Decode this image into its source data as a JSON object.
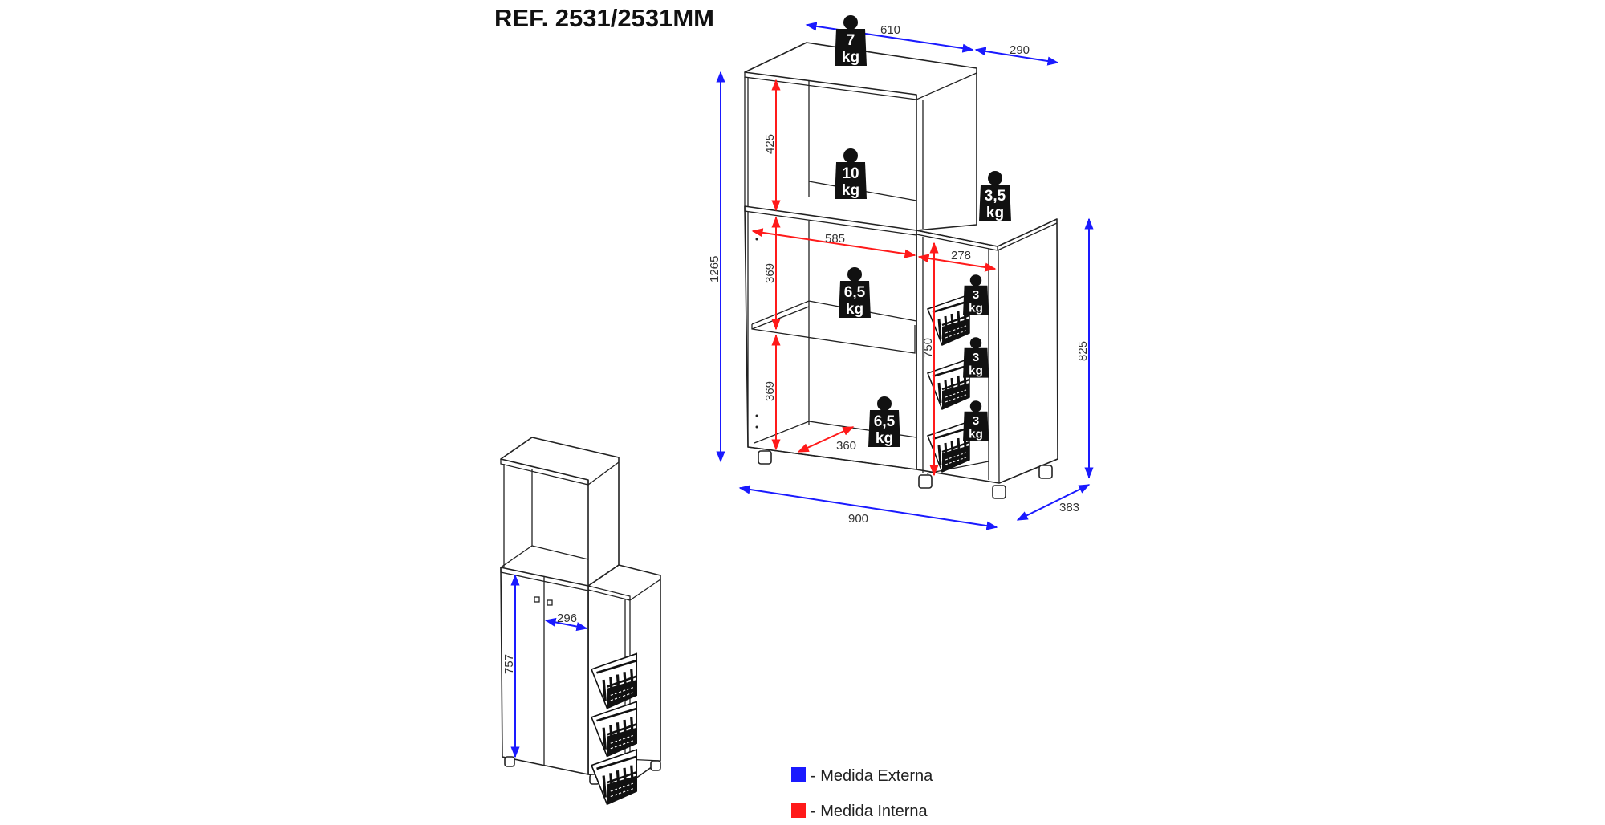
{
  "title": "REF. 2531/2531MM",
  "colors": {
    "external": "#1a1aff",
    "internal": "#ff1a1a"
  },
  "external_dimensions": {
    "top_width": "610",
    "side_width": "290",
    "total_height": "1265",
    "base_height": "825",
    "total_width": "900",
    "depth": "383",
    "door_height": "757",
    "door_width": "296"
  },
  "internal_dimensions": {
    "upper_niche_height": "425",
    "middle_niche_height": "369",
    "lower_niche_height": "369",
    "niche_width": "585",
    "basket_column_width": "278",
    "basket_column_height": "750",
    "niche_depth": "360"
  },
  "weights": {
    "top": {
      "value": "7",
      "unit": "kg"
    },
    "upper_shelf": {
      "value": "10",
      "unit": "kg"
    },
    "side_top": {
      "value": "3,5",
      "unit": "kg"
    },
    "middle_shelf": {
      "value": "6,5",
      "unit": "kg"
    },
    "bottom": {
      "value": "6,5",
      "unit": "kg"
    },
    "basket_1": {
      "value": "3",
      "unit": "kg"
    },
    "basket_2": {
      "value": "3",
      "unit": "kg"
    },
    "basket_3": {
      "value": "3",
      "unit": "kg"
    }
  },
  "legend": [
    {
      "label": "- Medida Externa"
    },
    {
      "label": "- Medida Interna"
    }
  ]
}
